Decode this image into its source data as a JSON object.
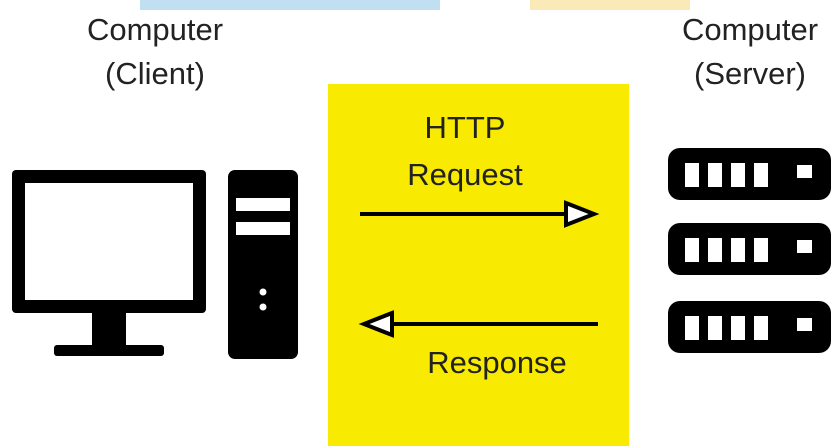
{
  "client": {
    "title_line1": "Computer",
    "title_line2": "(Client)",
    "icons": [
      "monitor-icon",
      "tower-pc-icon"
    ]
  },
  "server": {
    "title_line1": "Computer",
    "title_line2": "(Server)",
    "icons": [
      "server-rack-icon"
    ],
    "rack_unit_count": 3
  },
  "exchange": {
    "request_line1": "HTTP",
    "request_line2": "Request",
    "response_label": "Response",
    "request_direction": "client-to-server",
    "response_direction": "server-to-client"
  },
  "colors": {
    "panel": "#f8ea00",
    "ink": "#000000",
    "text": "#222222",
    "watermark_blue": "#4aa3d8",
    "watermark_yellow": "#f2c230"
  }
}
